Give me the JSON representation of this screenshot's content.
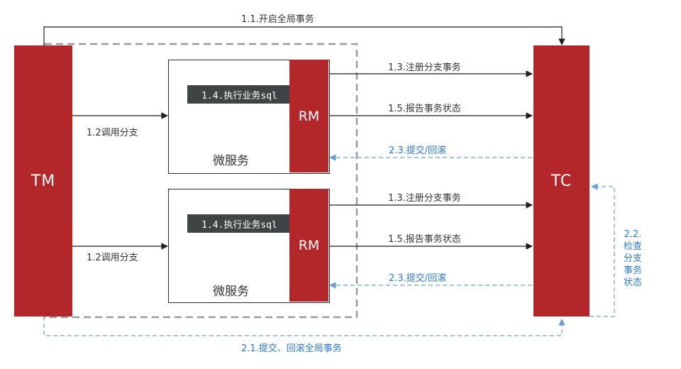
{
  "nodes": {
    "tm": "TM",
    "tc": "TC",
    "rm_top": "RM",
    "rm_bottom": "RM"
  },
  "services": {
    "top": {
      "label": "微服务",
      "task": "1.4.执行业务sql"
    },
    "bottom": {
      "label": "微服务",
      "task": "1.4.执行业务sql"
    }
  },
  "arrows": {
    "begin_global": "1.1.开启全局事务",
    "call_branch_top": "1.2调用分支",
    "call_branch_bottom": "1.2调用分支",
    "register_top": "1.3.注册分支事务",
    "report_top": "1.5.报告事务状态",
    "commit_rollback_top": "2.3.提交/回滚",
    "register_bottom": "1.3.注册分支事务",
    "report_bottom": "1.5.报告事务状态",
    "commit_rollback_bottom": "2.3.提交/回滚",
    "commit_global": "2.1.提交、回滚全局事务",
    "check_status": [
      "2.2.",
      "检查",
      "分支",
      "事务",
      "状态"
    ]
  },
  "colors": {
    "block": "#b3272b",
    "solid_line": "#1f1f1f",
    "dashed_blue": "#6a9fd6",
    "label_blue": "#2c7ac9",
    "dashed_gray": "#9a9a9a",
    "tag_bg": "#3f4444"
  }
}
